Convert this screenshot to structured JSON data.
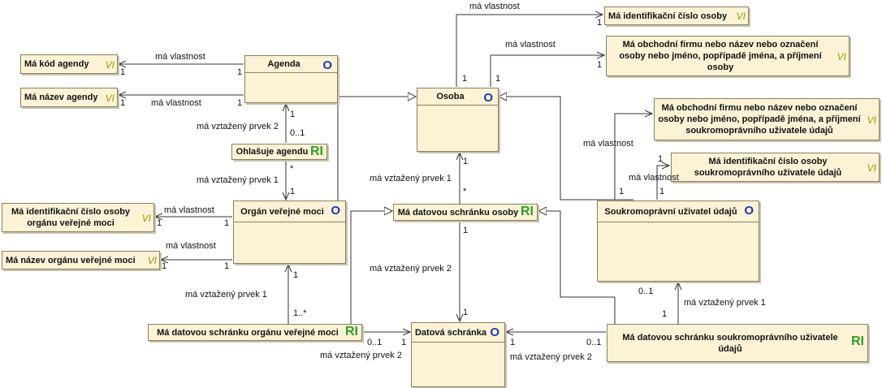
{
  "stereotypes": {
    "vi": "VI",
    "o": "O",
    "ri": "RI"
  },
  "classes": {
    "agenda": "Agenda",
    "osoba": "Osoba",
    "organ": "Orgán veřejné moci",
    "soukr": "Soukromoprávní uživatel údajů",
    "datova": "Datová schránka"
  },
  "relations": {
    "ohlasuje": "Ohlašuje agendu",
    "ds_osoby": "Má datovou schránku osoby",
    "ds_organu": "Má datovou schránku orgánu veřejné moci",
    "ds_soukr": "Má datovou schránku soukromoprávního uživatele údajů"
  },
  "attributes": {
    "kod_agendy": "Má kód agendy",
    "nazev_agendy": "Má název agendy",
    "ic_osoby": "Má identifikační číslo osoby",
    "nazev_osoby": "Má obchodní firmu nebo název nebo označení osoby nebo jméno, popřípadě jména, a příjmení osoby",
    "nazev_soukr": "Má obchodní firmu nebo název nebo označení osoby nebo jméno, popřípadě jména, a příjmení soukromoprávního uživatele údajů",
    "ic_soukr": "Má identifikační číslo osoby soukromoprávního uživatele údajů",
    "ic_organu": "Má identifikační číslo osoby orgánu veřejné moci",
    "nazev_organu": "Má název orgánu veřejné moci"
  },
  "labels": {
    "ma_vlastnost": "má vlastnost",
    "ma_prvek_1": "má vztažený prvek 1",
    "ma_prvek_2": "má vztažený prvek 2",
    "m1": "1",
    "m01": "0..1",
    "mstar": "*",
    "m1star": "1..*"
  }
}
